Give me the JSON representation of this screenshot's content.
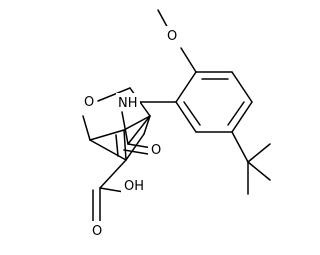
{
  "molecule": {
    "atoms": {
      "ring_oxygen": "O",
      "methoxy_oxygen": "O",
      "amide_nitrogen": "NH",
      "amide_oxygen": "O",
      "acid_hydroxyl": "OH",
      "acid_carbonyl_oxygen": "O"
    }
  }
}
